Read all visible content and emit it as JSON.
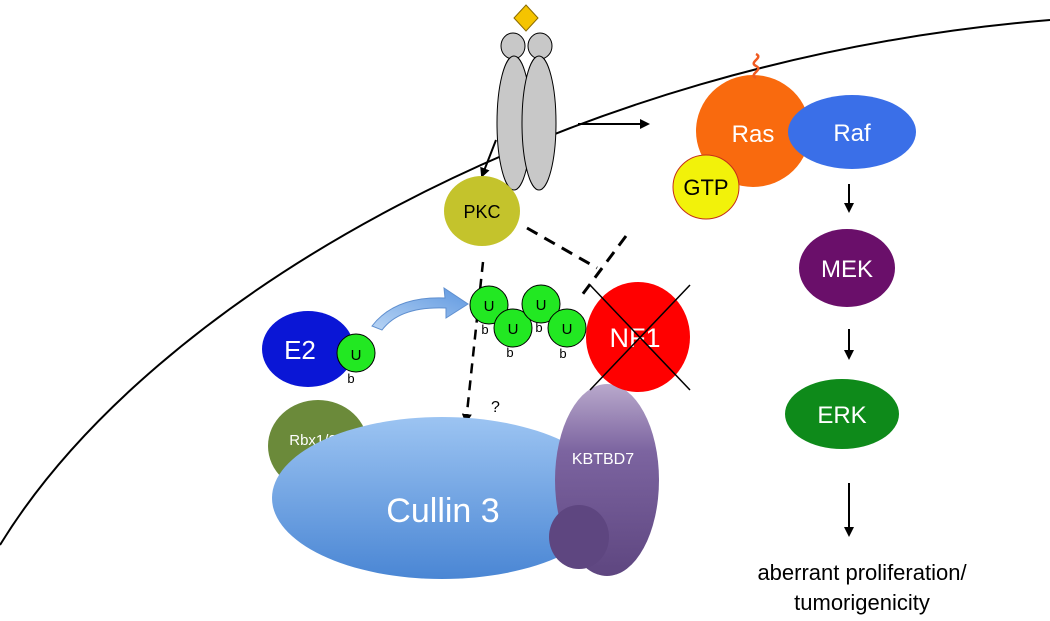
{
  "labels": {
    "ras": "Ras",
    "raf": "Raf",
    "gtp": "GTP",
    "pkc": "PKC",
    "mek": "MEK",
    "erk": "ERK",
    "e2": "E2",
    "ub_letter_u": "U",
    "ub_letter_b": "b",
    "nf1": "NF1",
    "rbx": "Rbx1/2",
    "cullin": "Cullin 3",
    "kbtbd7": "KBTBD7",
    "question": "?",
    "outcome_line1": "aberrant proliferation/",
    "outcome_line2": "tumorigenicity"
  },
  "colors": {
    "receptor": "#c8c8c8",
    "ligand": "#f5c400",
    "ras": "#f96a0e",
    "raf": "#3a6fe8",
    "gtp": "#f2f20a",
    "pkc": "#c4c32c",
    "mek": "#6a0f6a",
    "erk": "#0e8a1a",
    "e2": "#0a16d6",
    "ubiquitin": "#22e822",
    "nf1": "#ff0000",
    "rbx": "#6b8a3a",
    "cullin": "#6aa1e6",
    "kbtbd7": "#6a4f86",
    "arrow_blue": "#7fb0ea"
  },
  "icons": {
    "lipid_anchor": "squiggle-icon",
    "nf1_loss": "cross-icon"
  }
}
